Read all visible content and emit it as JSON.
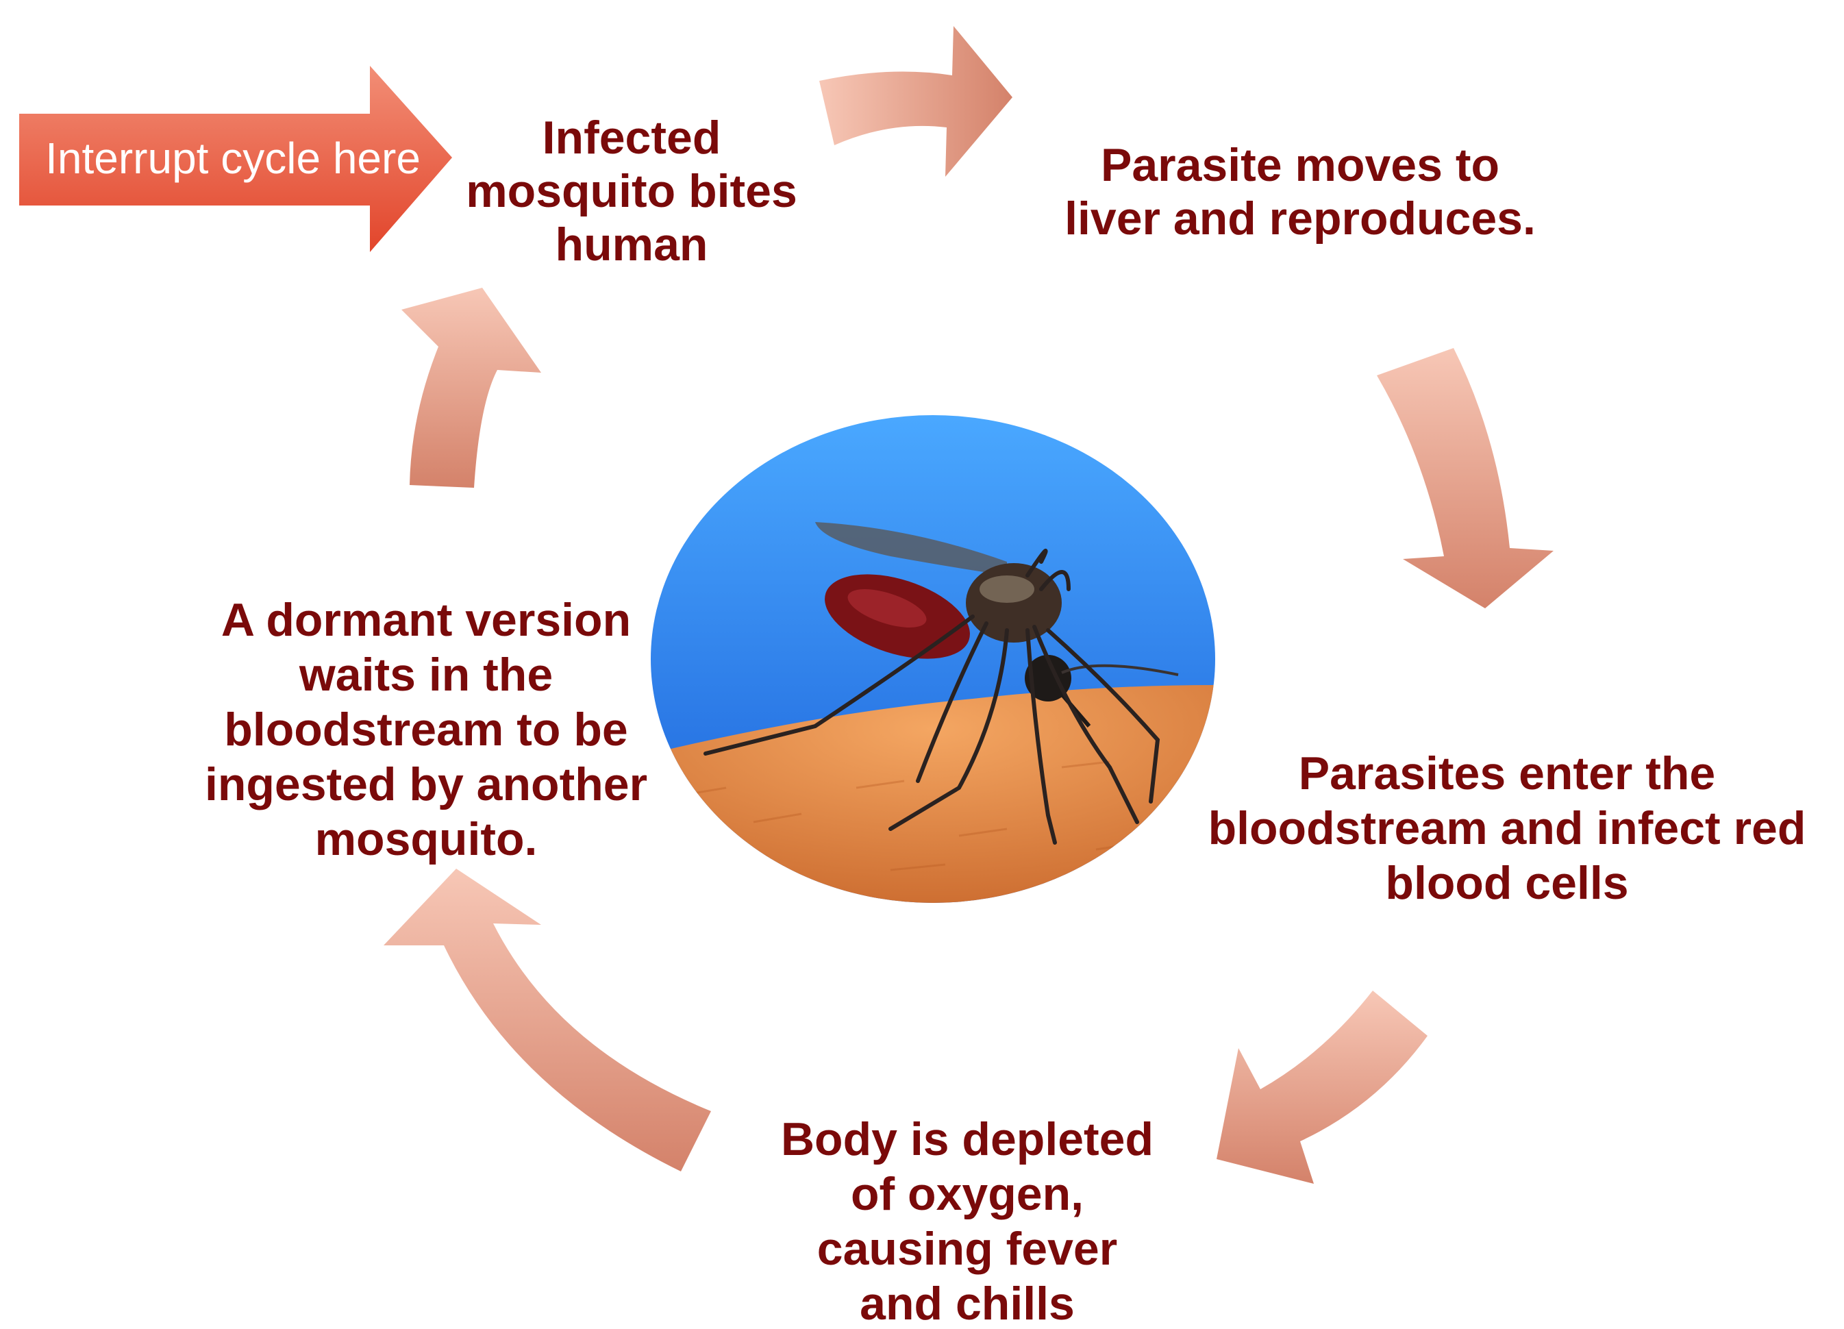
{
  "colors": {
    "step_text": "#7a0a0a",
    "cycle_arrow_light": "#f7c7b6",
    "cycle_arrow_dark": "#d4826a",
    "callout_light": "#f28e76",
    "callout_dark": "#e2452b",
    "sky_light": "#4aa8ff",
    "sky_dark": "#1a5fd8",
    "skin_light": "#f4a662",
    "skin_dark": "#c9682c"
  },
  "callout": {
    "label": "Interrupt cycle here",
    "icon": "arrow-right-icon"
  },
  "steps": [
    {
      "id": "bite",
      "lines": [
        "Infected",
        "mosquito bites",
        "human"
      ]
    },
    {
      "id": "liver",
      "lines": [
        "Parasite moves to",
        "liver and reproduces."
      ]
    },
    {
      "id": "blood",
      "lines": [
        "Parasites enter the",
        "bloodstream and infect red",
        "blood cells"
      ]
    },
    {
      "id": "symptoms",
      "lines": [
        "Body is depleted",
        "of oxygen,",
        "causing fever",
        "and chills"
      ]
    },
    {
      "id": "dormant",
      "lines": [
        "A dormant version",
        "waits in the",
        "bloodstream  to be",
        "ingested by another",
        "mosquito."
      ]
    }
  ],
  "center_image": {
    "subject": "mosquito-on-skin",
    "icon": "mosquito-icon"
  },
  "cycle_arrows": [
    {
      "name": "arrow-bite-to-liver",
      "icon": "curved-arrow-icon"
    },
    {
      "name": "arrow-liver-to-blood",
      "icon": "curved-arrow-icon"
    },
    {
      "name": "arrow-blood-to-symptoms",
      "icon": "curved-arrow-icon"
    },
    {
      "name": "arrow-symptoms-to-dormant",
      "icon": "curved-arrow-icon"
    },
    {
      "name": "arrow-dormant-to-bite",
      "icon": "curved-arrow-icon"
    }
  ]
}
